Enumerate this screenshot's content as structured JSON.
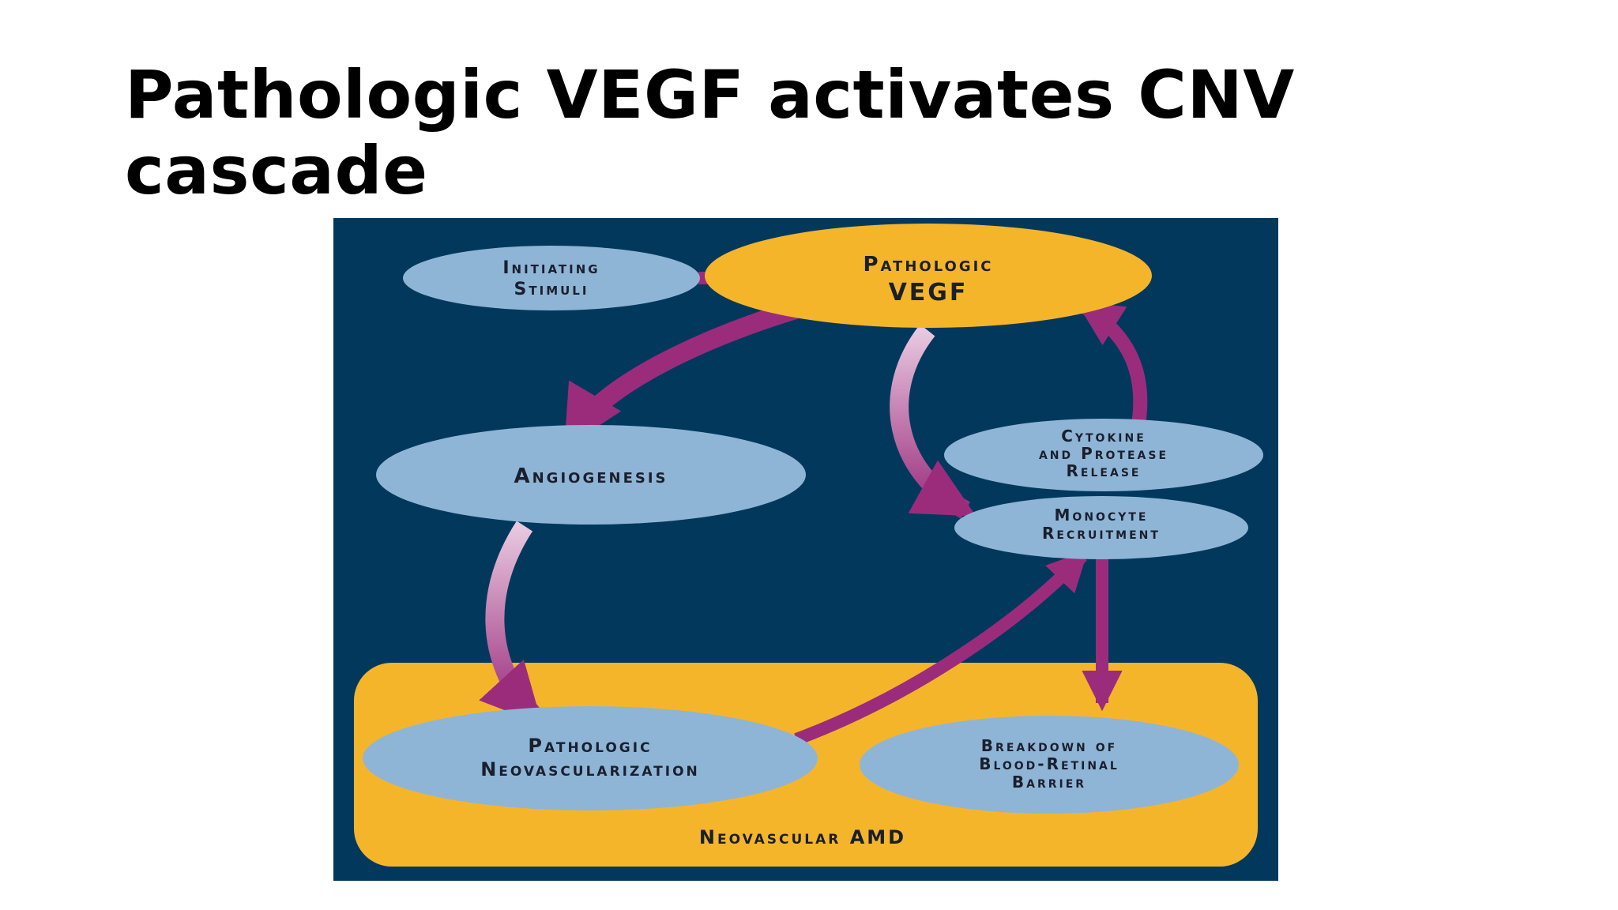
{
  "slide": {
    "title": "Pathologic VEGF activates CNV cascade"
  },
  "diagram": {
    "colors": {
      "background": "#03385d",
      "node_blue": "#8fb5d6",
      "node_gold": "#f5b52a",
      "arrow": "#9b2c7c",
      "text": "#1a1f2e"
    },
    "nodes": {
      "initiating_stimuli": [
        "Initiating",
        "Stimuli"
      ],
      "pathologic_vegf": [
        "Pathologic",
        "VEGF"
      ],
      "angiogenesis": [
        "Angiogenesis"
      ],
      "cytokine_release": [
        "Cytokine",
        "and Protease",
        "Release"
      ],
      "monocyte_recruitment": [
        "Monocyte",
        "Recruitment"
      ],
      "pathologic_neovascularization": [
        "Pathologic",
        "Neovascularization"
      ],
      "breakdown_barrier": [
        "Breakdown of",
        "Blood-Retinal",
        "Barrier"
      ],
      "neovascular_amd": [
        "Neovascular AMD"
      ]
    }
  }
}
